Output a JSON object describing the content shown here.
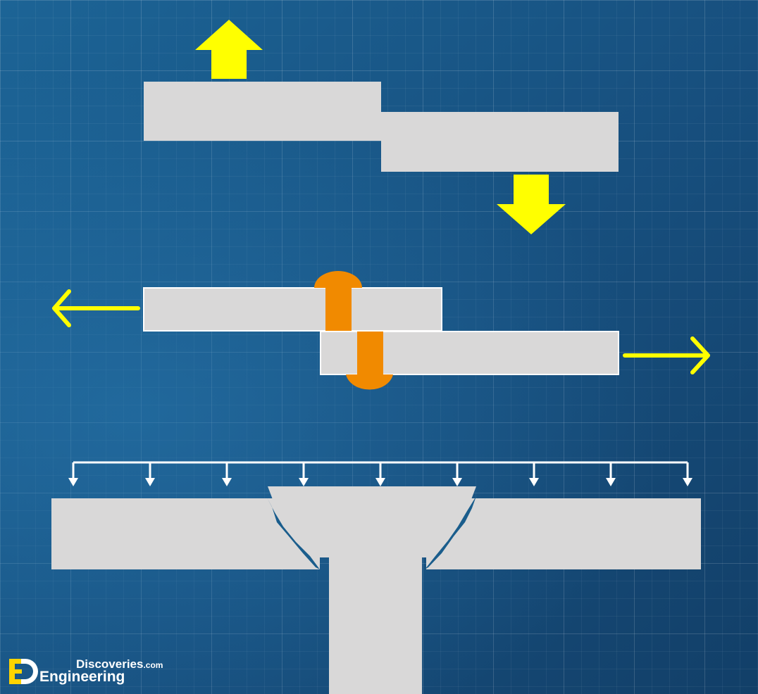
{
  "colors": {
    "background": "#1a5d8c",
    "plate": "#d9d8d8",
    "force_arrow": "#ffff00",
    "rivet": "#f18a00",
    "load_arrow": "#ffffff",
    "crack": "#1a5d8c"
  },
  "panels": {
    "separation": {
      "upward_arrow": "arrow-up",
      "downward_arrow": "arrow-down"
    },
    "shear": {
      "left_arrow": "arrow-left",
      "right_arrow": "arrow-right",
      "fastener": "rivet"
    },
    "punching": {
      "distributed_load_arrows": 9
    }
  },
  "logo": {
    "mark": "ED",
    "line1_main": "Discoveries",
    "line1_suffix": ".com",
    "line2": "Engineering"
  }
}
